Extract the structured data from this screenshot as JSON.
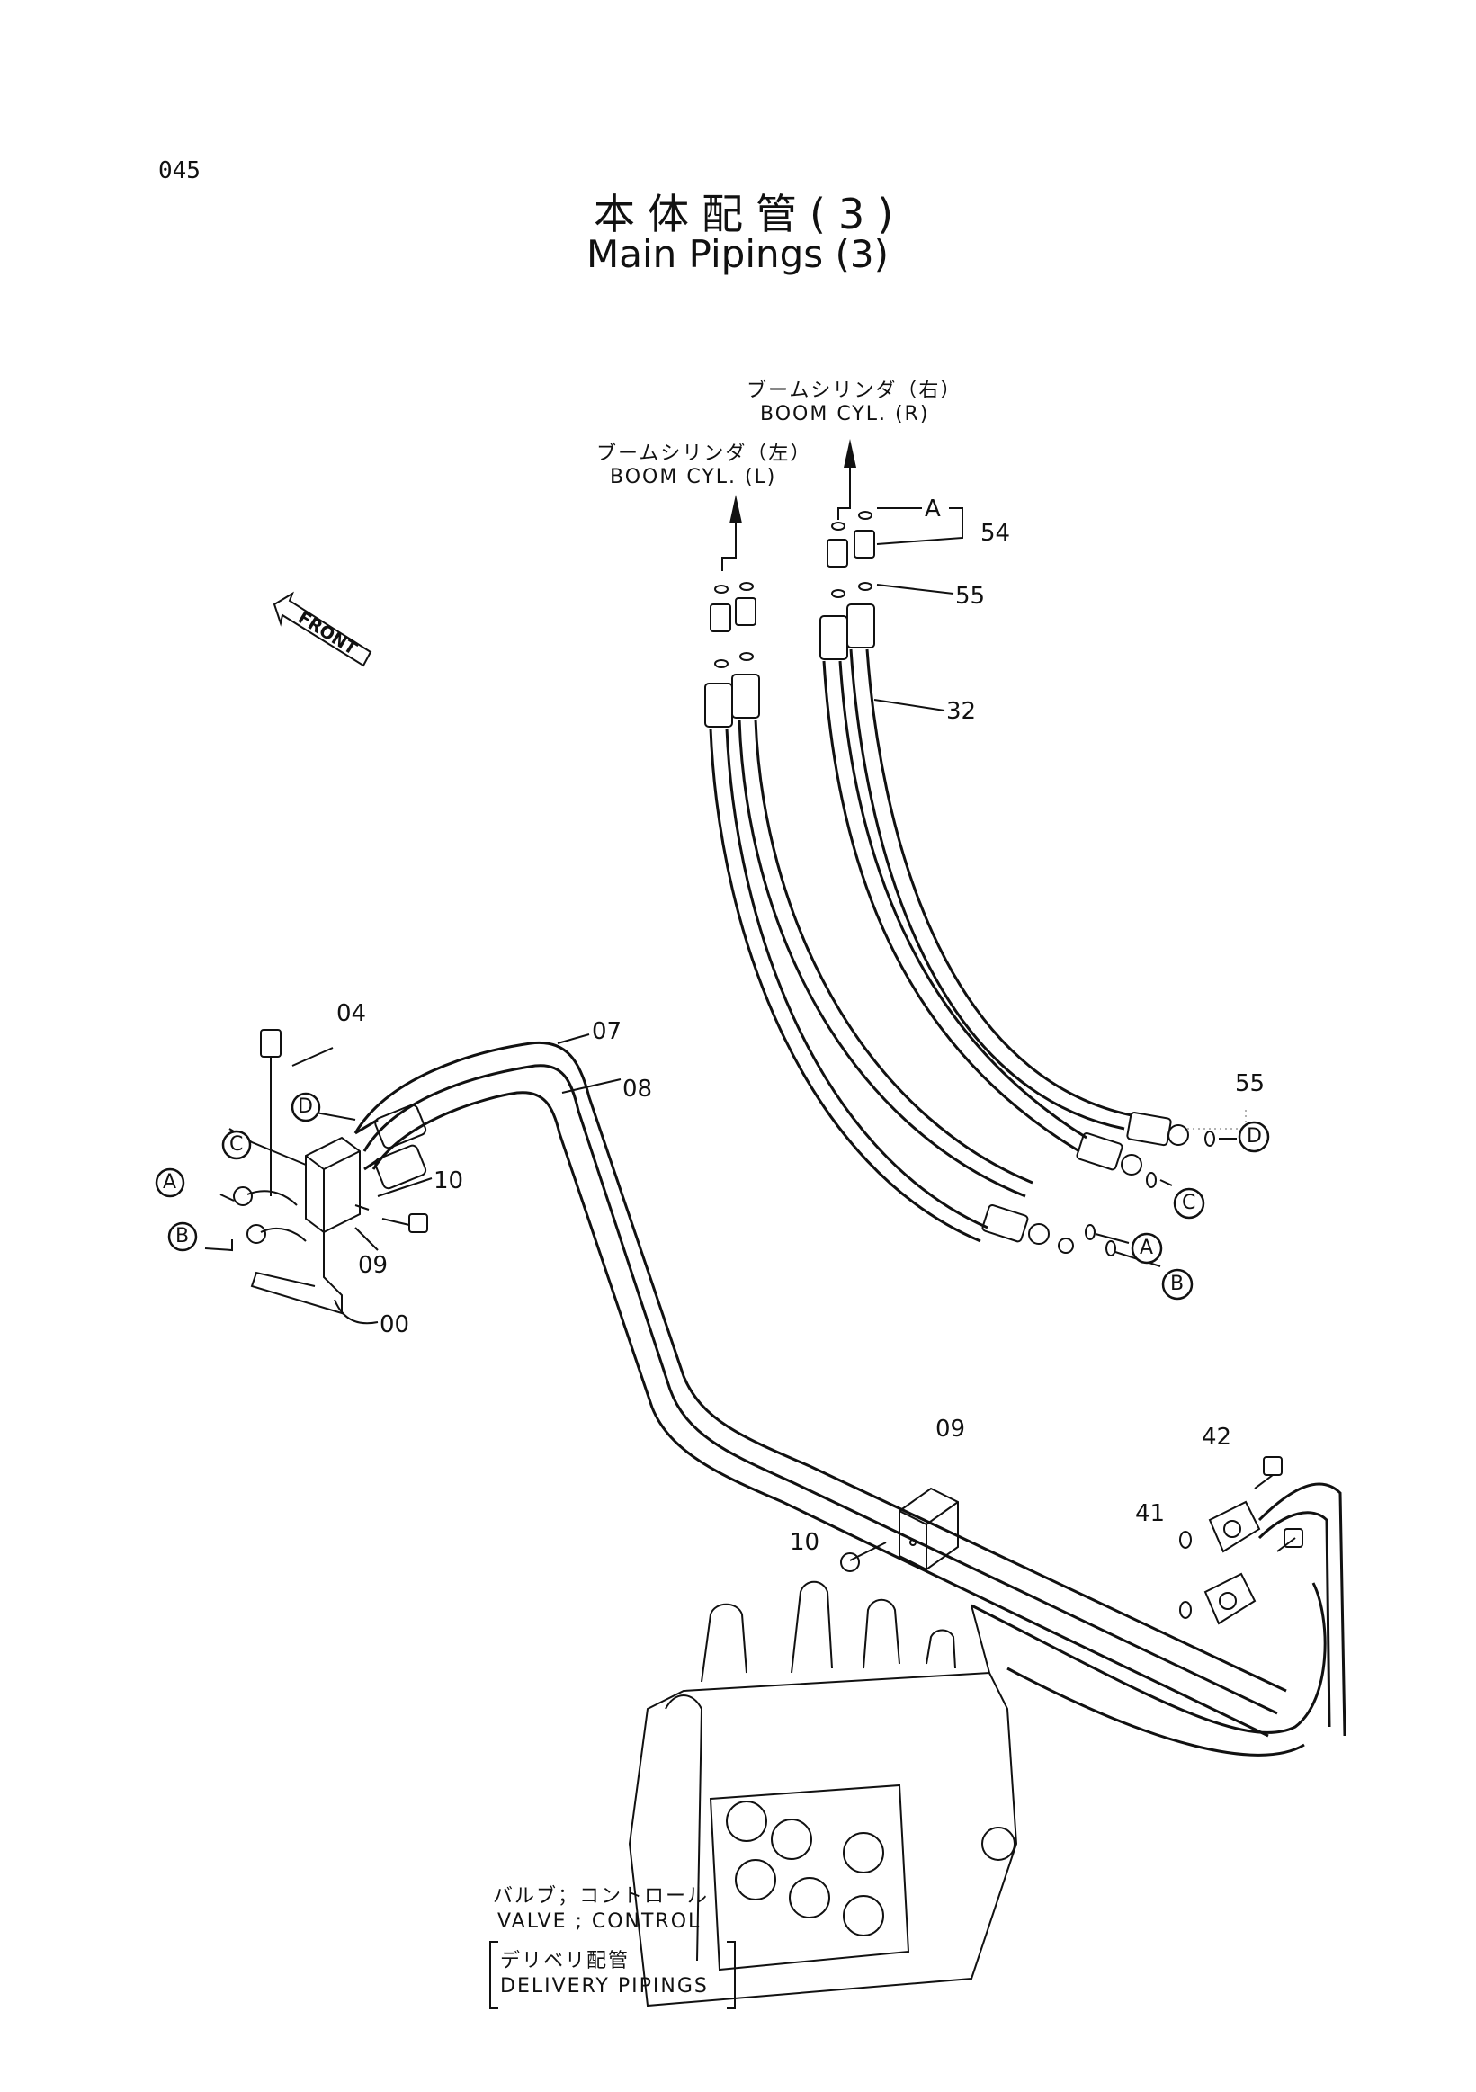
{
  "page_number": "045",
  "title_jp": "本体配管(3)",
  "title_en": "Main Pipings (3)",
  "front_label": "FRONT",
  "boom_cyl_r": {
    "jp": "ブームシリンダ（右）",
    "en": "BOOM CYL. (R)"
  },
  "boom_cyl_l": {
    "jp": "ブームシリンダ（左）",
    "en": "BOOM CYL. (L)"
  },
  "valve": {
    "jp": "バルブ；コントロール",
    "en": "VALVE ; CONTROL"
  },
  "delivery": {
    "jp": "デリベリ配管",
    "en": "DELIVERY PIPINGS"
  },
  "part_numbers": {
    "p54": "54",
    "p55_top": "55",
    "p32": "32",
    "p04": "04",
    "p07": "07",
    "p08": "08",
    "p10_left": "10",
    "p09_left": "09",
    "p00": "00",
    "p55_right": "55",
    "p09_mid": "09",
    "p42": "42",
    "p41": "41",
    "p10_mid": "10",
    "a_tag": "A"
  },
  "circle_tags": {
    "left_d": "D",
    "left_c": "C",
    "left_a": "A",
    "left_b": "B",
    "right_d": "D",
    "right_c": "C",
    "right_a": "A",
    "right_b": "B"
  }
}
